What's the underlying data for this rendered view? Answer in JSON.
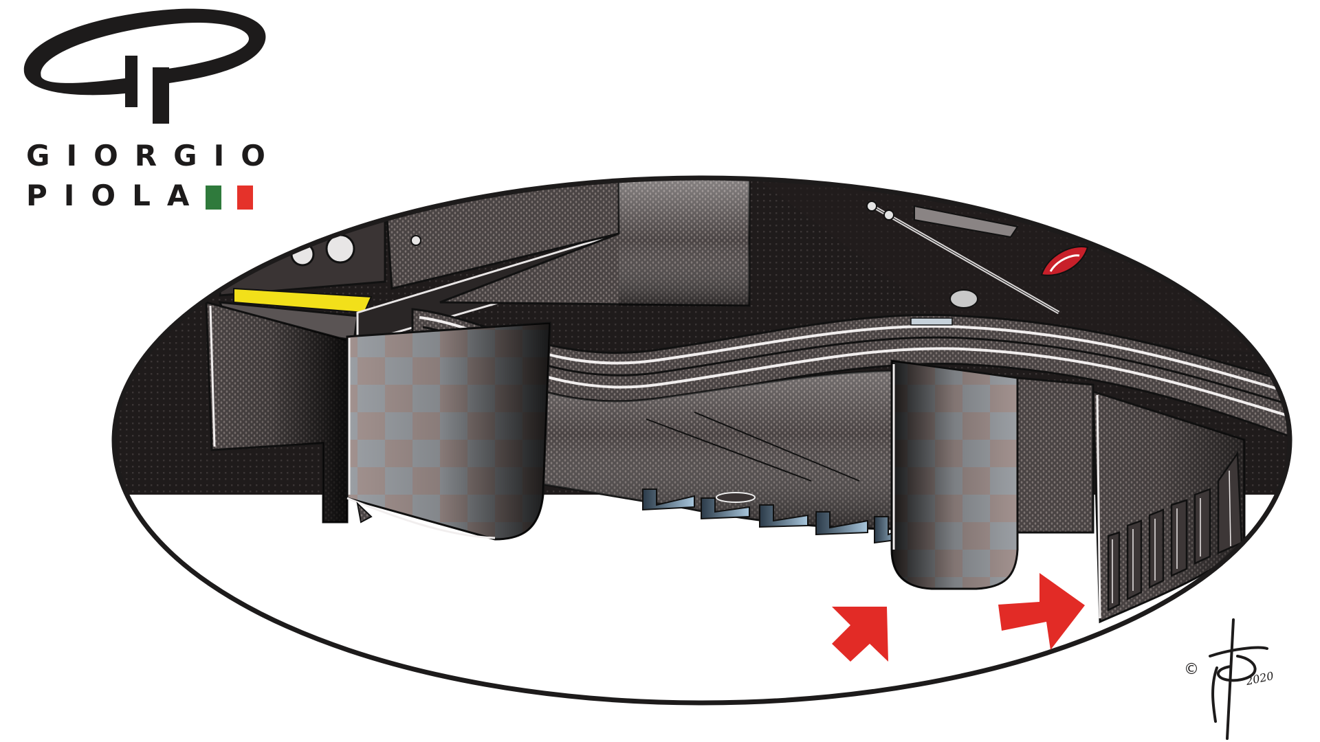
{
  "logo": {
    "monogram": "GP",
    "line1": "GIORGIO",
    "line2": "PIOLA",
    "ink_color": "#1d1b1b",
    "flag": {
      "green": "#2f7a3c",
      "white": "#ffffff",
      "red": "#e5322a"
    }
  },
  "illustration": {
    "subject": "F1 car rear diffuser and floor, viewed from below-rear",
    "frame": {
      "shape": "ellipse",
      "stroke_color": "#1d1b1b"
    },
    "highlight_color": "#f2e01a",
    "carbon_dark": "#2a2626",
    "carbon_mid": "#6e6663",
    "carbon_light": "#b8b0ac",
    "accent_red": "#c8202a"
  },
  "annotations": {
    "arrow_color": "#e22b26",
    "arrows": [
      {
        "id": "arrow-1",
        "direction": "up-right",
        "target": "central diffuser fence"
      },
      {
        "id": "arrow-2",
        "direction": "right",
        "target": "outer endplate slotted fins"
      }
    ]
  },
  "signature": {
    "copyright": "©",
    "initials": "GP",
    "year": "2020"
  }
}
